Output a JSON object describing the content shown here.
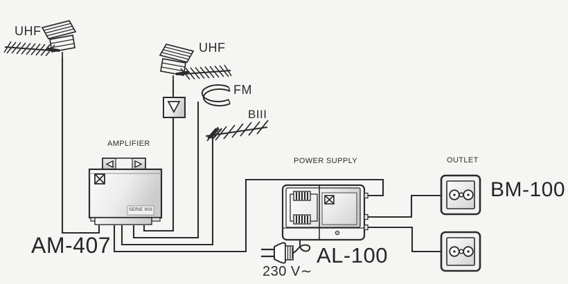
{
  "colors": {
    "background": "#f5f5f3",
    "line": "#2b2b2b",
    "box_fill_light": "#fbfbfb",
    "box_fill_dark": "#cccccc"
  },
  "antenna_labels": {
    "uhf_left": "UHF",
    "uhf_right": "UHF",
    "fm": "FM",
    "biii": "BIII"
  },
  "amplifier": {
    "caption": "AMPLIFIER",
    "series": "SERIE 903",
    "model": "AM-407"
  },
  "power_supply": {
    "caption": "POWER SUPPLY",
    "model": "AL-100",
    "mains": "230 V∼"
  },
  "outlet": {
    "caption": "OUTLET",
    "model": "BM-100"
  }
}
